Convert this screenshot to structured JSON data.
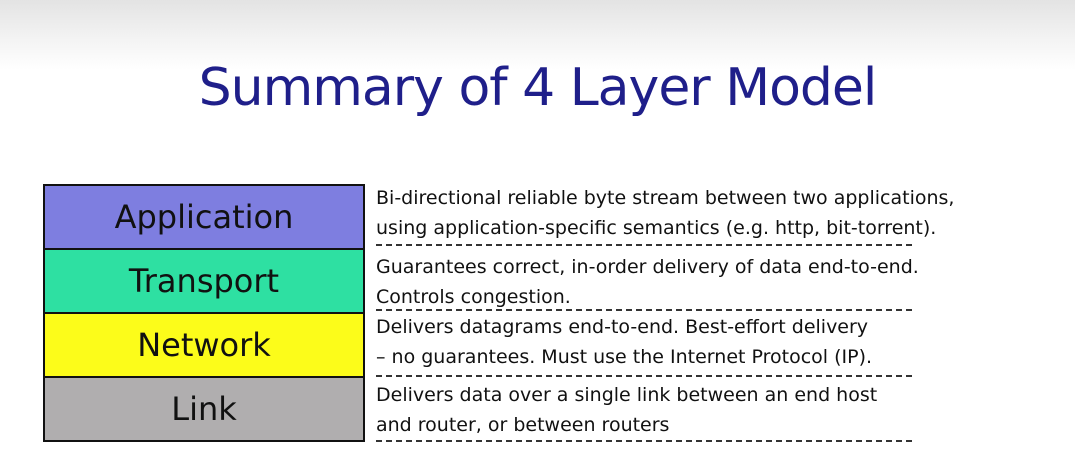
{
  "slide": {
    "title": "Summary of 4 Layer Model"
  },
  "layers": [
    {
      "name": "Application",
      "color": "#7e7ee0",
      "description": [
        "Bi-directional reliable byte stream between two applications,",
        "using application-specific semantics (e.g. http, bit-torrent)."
      ]
    },
    {
      "name": "Transport",
      "color": "#2ee0a2",
      "description": [
        "Guarantees correct, in-order delivery of data end-to-end.",
        "Controls congestion."
      ]
    },
    {
      "name": "Network",
      "color": "#fcfc1a",
      "description": [
        "Delivers datagrams end-to-end. Best-effort delivery",
        "– no guarantees. Must use the Internet Protocol (IP)."
      ]
    },
    {
      "name": "Link",
      "color": "#b0aeaf",
      "description": [
        "Delivers data over a single link between an end host",
        "and router, or between routers"
      ]
    }
  ]
}
